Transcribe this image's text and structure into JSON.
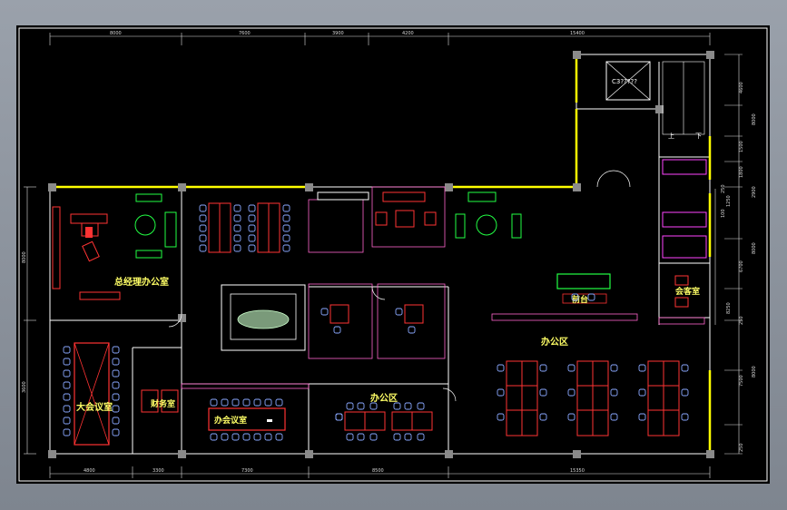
{
  "rooms": {
    "ceo_office": "总经理办公室",
    "big_meeting": "大会议室",
    "finance": "财务室",
    "meeting": "办会议室",
    "office_center": "办公区",
    "office_right": "办公区",
    "reception_room": "会客室",
    "front_desk": "前台"
  },
  "stairs": {
    "up": "上",
    "down": "下"
  },
  "elevator": {
    "label": "C3?????"
  },
  "dimensions": {
    "top": [
      "8000",
      "7600",
      "3900",
      "4200",
      "15400"
    ],
    "bottom": [
      "4800",
      "3300",
      "7300",
      "8500",
      "15350"
    ],
    "left": [
      "8000",
      "3600"
    ],
    "right_outer": [
      "4600",
      "8000",
      "1500",
      "1800",
      "2900",
      "8000",
      "6700",
      "250",
      "7500",
      "8000",
      "250"
    ],
    "right_inner": [
      "250",
      "1250",
      "100",
      "8250"
    ]
  },
  "colors": {
    "background": "#000000",
    "wall": "#ffff00",
    "dim": "#dddddd",
    "furniture_red": "#ff2222",
    "furniture_green": "#22ff44",
    "chair_blue": "#8aa8ff",
    "room_label": "#ffff66",
    "frame": "#9aa1ab"
  }
}
